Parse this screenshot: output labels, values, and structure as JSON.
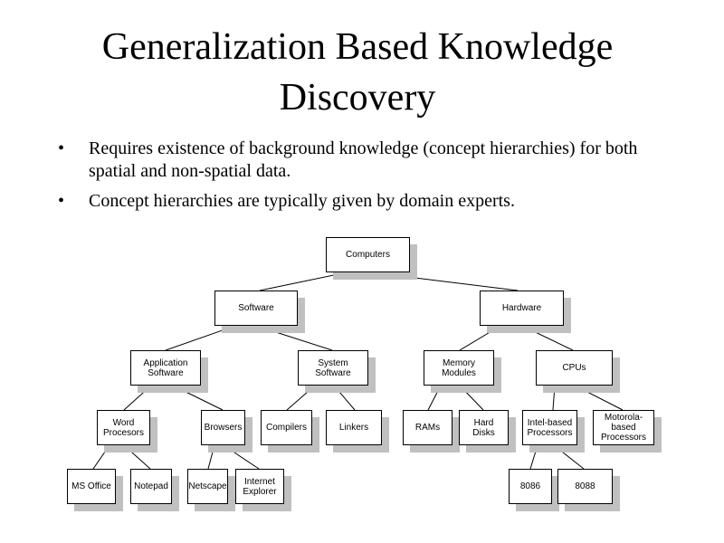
{
  "slide": {
    "title_line1": "Generalization Based Knowledge",
    "title_line2": "Discovery",
    "bullets": [
      {
        "marker": "•",
        "text": "Requires existence of background knowledge (concept hierarchies) for both spatial and non-spatial data."
      },
      {
        "marker": "•",
        "text": "Concept hierarchies are typically given by domain experts."
      }
    ]
  },
  "hierarchy": {
    "nodes": {
      "computers": "Computers",
      "software": "Software",
      "hardware": "Hardware",
      "application_software": "Application\nSoftware",
      "system_software": "System\nSoftware",
      "memory_modules": "Memory\nModules",
      "cpus": "CPUs",
      "word_procesors": "Word\nProcesors",
      "browsers": "Browsers",
      "compilers": "Compilers",
      "linkers": "Linkers",
      "rams": "RAMs",
      "hard_disks": "Hard\nDisks",
      "intel_based": "Intel-based\nProcessors",
      "motorola_based": "Motorola-\nbased\nProcessors",
      "ms_office": "MS Office",
      "notepad": "Notepad",
      "netscape": "Netscape",
      "internet_explorer": "Internet\nExplorer",
      "i8086": "8086",
      "i8088": "8088"
    },
    "edges": [
      [
        "computers",
        "software"
      ],
      [
        "computers",
        "hardware"
      ],
      [
        "software",
        "application_software"
      ],
      [
        "software",
        "system_software"
      ],
      [
        "hardware",
        "memory_modules"
      ],
      [
        "hardware",
        "cpus"
      ],
      [
        "application_software",
        "word_procesors"
      ],
      [
        "application_software",
        "browsers"
      ],
      [
        "system_software",
        "compilers"
      ],
      [
        "system_software",
        "linkers"
      ],
      [
        "memory_modules",
        "rams"
      ],
      [
        "memory_modules",
        "hard_disks"
      ],
      [
        "cpus",
        "intel_based"
      ],
      [
        "cpus",
        "motorola_based"
      ],
      [
        "word_procesors",
        "ms_office"
      ],
      [
        "word_procesors",
        "notepad"
      ],
      [
        "browsers",
        "netscape"
      ],
      [
        "browsers",
        "internet_explorer"
      ],
      [
        "intel_based",
        "i8086"
      ],
      [
        "intel_based",
        "i8088"
      ]
    ]
  }
}
